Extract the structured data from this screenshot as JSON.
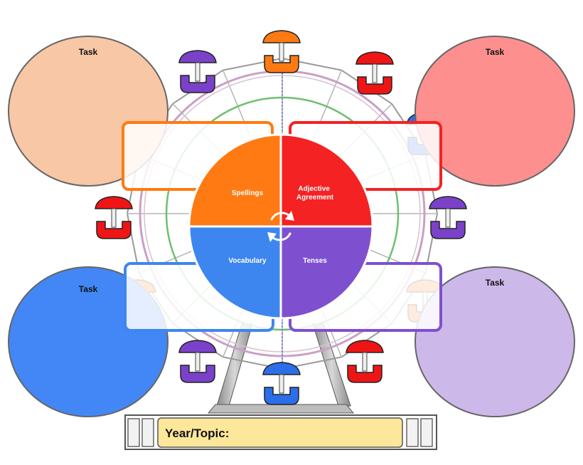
{
  "tasks": [
    {
      "label": "Task",
      "color": "#f7c7a6"
    },
    {
      "label": "Task",
      "color": "#fe8f8f"
    },
    {
      "label": "Task",
      "color": "#4287f5"
    },
    {
      "label": "Task",
      "color": "#cdb8ea"
    }
  ],
  "quadrants": [
    {
      "label_lines": [
        "Spellings"
      ],
      "color": "#ff7a12",
      "box_border": "#ff7a12"
    },
    {
      "label_lines": [
        "Adjective",
        "Agreement"
      ],
      "color": "#f42222",
      "box_border": "#f42222"
    },
    {
      "label_lines": [
        "Vocabulary"
      ],
      "color": "#3d86ef",
      "box_border": "#3d86ef"
    },
    {
      "label_lines": [
        "Tenses"
      ],
      "color": "#7e50cf",
      "box_border": "#7e50cf"
    }
  ],
  "footer": {
    "label": "Year/Topic:",
    "fill": "#fde79b"
  },
  "cabin_colors": {
    "orange": "#ff7a12",
    "red": "#f01515",
    "blue": "#2b6ee8",
    "purple": "#7b42c9"
  }
}
